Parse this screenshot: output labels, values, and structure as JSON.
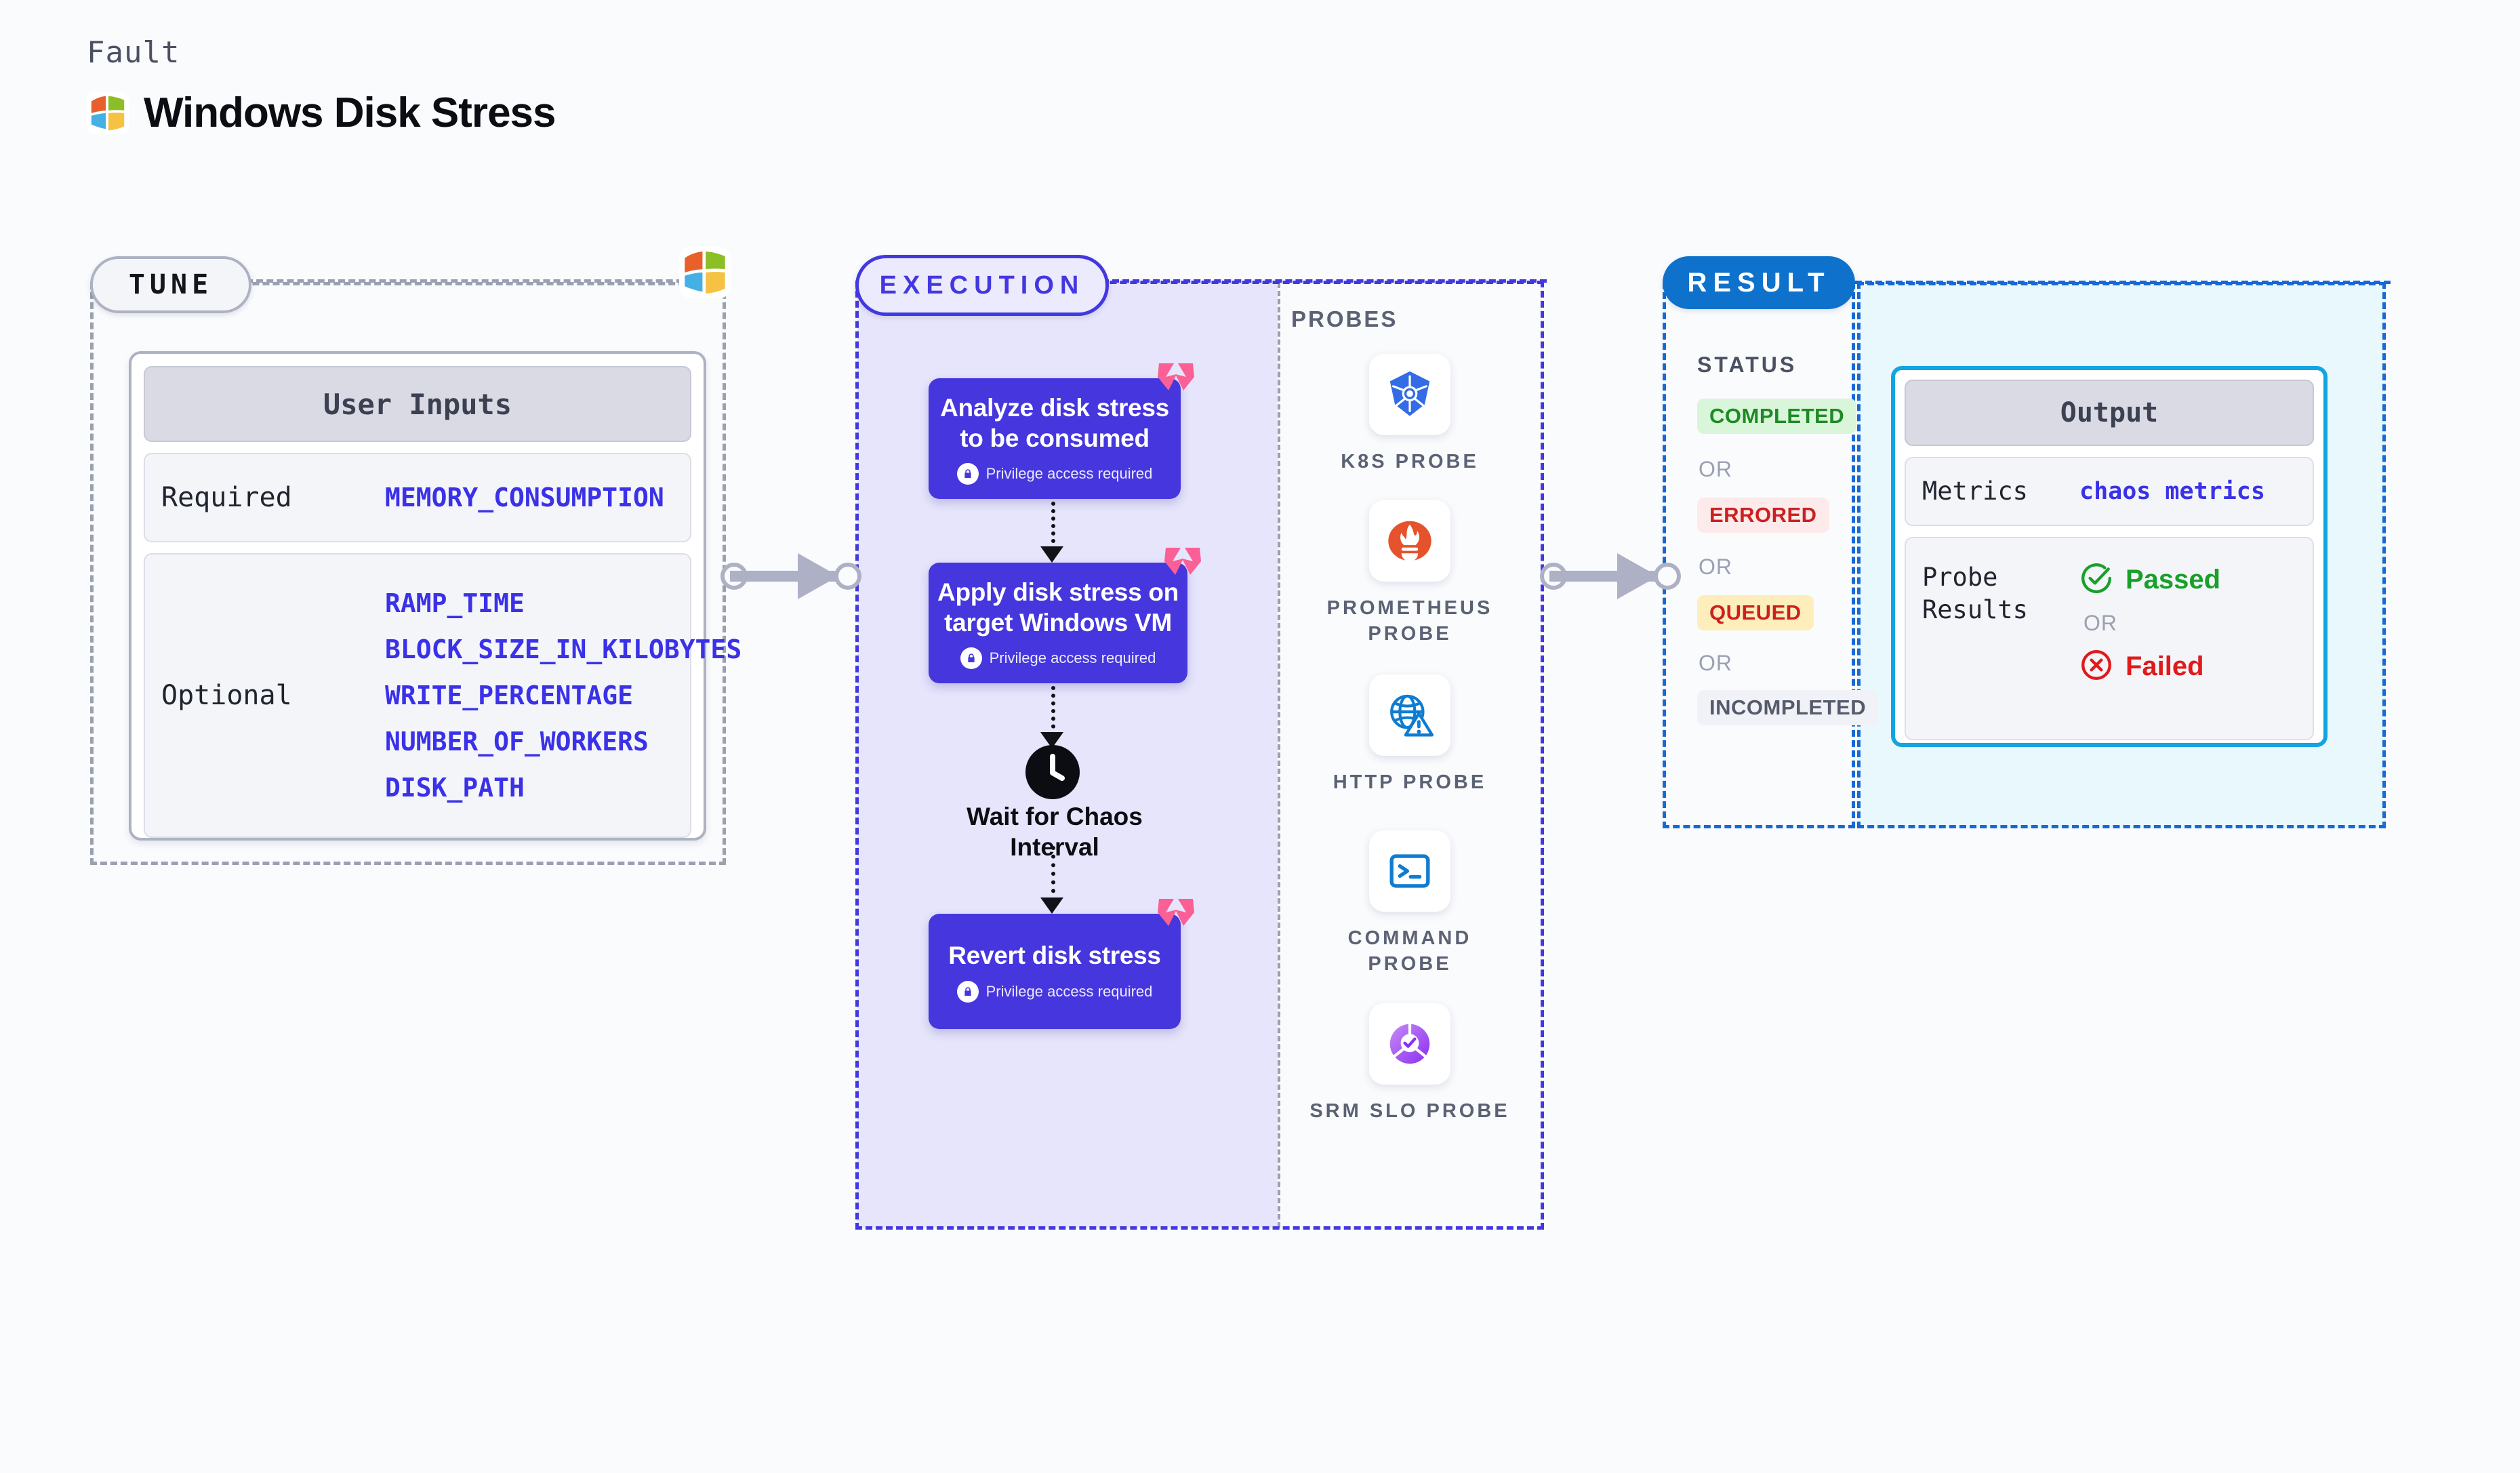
{
  "header": {
    "kicker": "Fault",
    "title": "Windows Disk Stress",
    "logo_icon": "windows-logo-icon"
  },
  "tune": {
    "pill_label": "TUNE",
    "badge_icon": "windows-logo-icon",
    "card": {
      "title": "User Inputs",
      "rows": [
        {
          "key": "Required",
          "values": [
            "MEMORY_CONSUMPTION"
          ]
        },
        {
          "key": "Optional",
          "values": [
            "RAMP_TIME",
            "BLOCK_SIZE_IN_KILOBYTES",
            "WRITE_PERCENTAGE",
            "NUMBER_OF_WORKERS",
            "DISK_PATH"
          ]
        }
      ]
    }
  },
  "execution": {
    "pill_label": "EXECUTION",
    "privilege_note": "Privilege access required",
    "nodes": [
      {
        "title": "Analyze disk stress to be consumed",
        "privileged": "Privilege access required",
        "flag_icon": "chaos-flag-icon"
      },
      {
        "title": "Apply disk stress on target Windows VM",
        "privileged": "Privilege access required",
        "flag_icon": "chaos-flag-icon"
      },
      {
        "title": "Revert disk stress",
        "privileged": "Privilege access required",
        "flag_icon": "chaos-flag-icon"
      }
    ],
    "wait": {
      "label": "Wait for Chaos Interval",
      "icon": "clock-icon"
    }
  },
  "probes": {
    "title": "PROBES",
    "items": [
      {
        "label": "K8S PROBE",
        "icon": "kubernetes-icon"
      },
      {
        "label": "PROMETHEUS PROBE",
        "icon": "prometheus-icon"
      },
      {
        "label": "HTTP PROBE",
        "icon": "http-globe-warning-icon"
      },
      {
        "label": "COMMAND PROBE",
        "icon": "terminal-icon"
      },
      {
        "label": "SRM SLO PROBE",
        "icon": "srm-slo-icon"
      }
    ]
  },
  "result": {
    "pill_label": "RESULT",
    "status_title": "STATUS",
    "or_label": "OR",
    "statuses": [
      {
        "label": "COMPLETED",
        "bg": "#d9f5da",
        "fg": "#1f8a24"
      },
      {
        "label": "ERRORED",
        "bg": "#fdeaea",
        "fg": "#cc2020"
      },
      {
        "label": "QUEUED",
        "bg": "#fdeebb",
        "fg": "#cc2020"
      },
      {
        "label": "INCOMPLETED",
        "bg": "#f1f2f7",
        "fg": "#555b6b"
      }
    ]
  },
  "output": {
    "title": "Output",
    "metrics_key": "Metrics",
    "metrics_value": "chaos metrics",
    "probe_key": "Probe Results",
    "passed_label": "Passed",
    "failed_label": "Failed",
    "or_label": "OR",
    "passed_icon": "check-circle-icon",
    "failed_icon": "x-circle-icon"
  },
  "colors": {
    "accent_purple": "#4338e0",
    "node_purple": "#4636dd",
    "result_blue": "#0e72cd",
    "output_cyan": "#12a5e0",
    "flag_pink": "#fa5f96",
    "muted_gray": "#9aa0b0",
    "mono_blue": "#3a31e8"
  }
}
